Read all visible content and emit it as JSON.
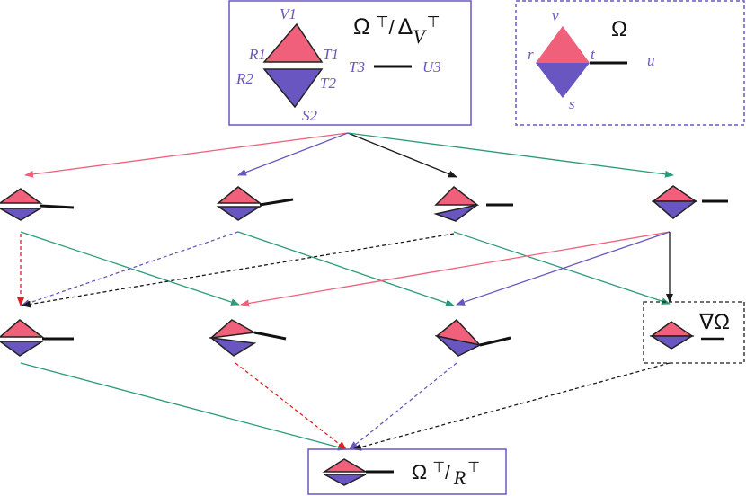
{
  "colors": {
    "pink": "#f0607a",
    "purple": "#6a56c0",
    "green": "#2a9a7a",
    "black": "#1a1a1a",
    "red": "#e02020",
    "frame": "#6a56c0",
    "label": "#6a56c0"
  },
  "top_box": {
    "labels": {
      "v1": "V1",
      "r1": "R1",
      "t1": "T1",
      "r2": "R2",
      "t2": "T2",
      "s2": "S2",
      "t3": "T3",
      "u3": "U3"
    },
    "formula": {
      "omega": "Ω",
      "sup1": "⊤",
      "slash": "/",
      "delta": "Δ",
      "sub": "V",
      "sup2": "⊤"
    }
  },
  "legend_box": {
    "labels": {
      "v": "v",
      "r": "r",
      "t": "t",
      "s": "s",
      "u": "u"
    },
    "omega": "Ω"
  },
  "level2_box": {
    "label": "∇Ω"
  },
  "bottom_box": {
    "formula": {
      "omega": "Ω",
      "sup1": "⊤",
      "slash": "/",
      "r": "R",
      "sup2": "⊤"
    }
  }
}
